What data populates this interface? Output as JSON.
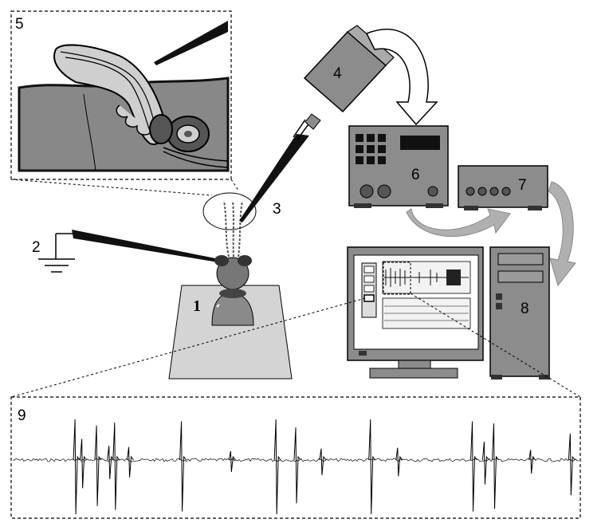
{
  "labels": {
    "subject": "1",
    "ground": "2",
    "electrode": "3",
    "microscope": "4",
    "inset_sensillum": "5",
    "amplifier": "6",
    "filter": "7",
    "computer": "8",
    "inset_trace": "9"
  },
  "colors": {
    "device_gray": "#8c8c8c",
    "dark_gray": "#5a5a5a",
    "light_gray": "#cfcfcf",
    "tissue_gray": "#888888"
  },
  "spikes": [
    {
      "t": 0.11,
      "a": 1.0
    },
    {
      "t": 0.122,
      "a": 0.52
    },
    {
      "t": 0.148,
      "a": 0.85
    },
    {
      "t": 0.17,
      "a": 0.35
    },
    {
      "t": 0.18,
      "a": 0.92
    },
    {
      "t": 0.205,
      "a": 0.32
    },
    {
      "t": 0.298,
      "a": 0.95
    },
    {
      "t": 0.385,
      "a": 0.22
    },
    {
      "t": 0.465,
      "a": 1.0
    },
    {
      "t": 0.5,
      "a": 0.8
    },
    {
      "t": 0.545,
      "a": 0.28
    },
    {
      "t": 0.632,
      "a": 1.0
    },
    {
      "t": 0.68,
      "a": 0.3
    },
    {
      "t": 0.812,
      "a": 0.95
    },
    {
      "t": 0.833,
      "a": 0.45
    },
    {
      "t": 0.85,
      "a": 0.9
    },
    {
      "t": 0.915,
      "a": 0.25
    },
    {
      "t": 0.985,
      "a": 0.65
    }
  ]
}
